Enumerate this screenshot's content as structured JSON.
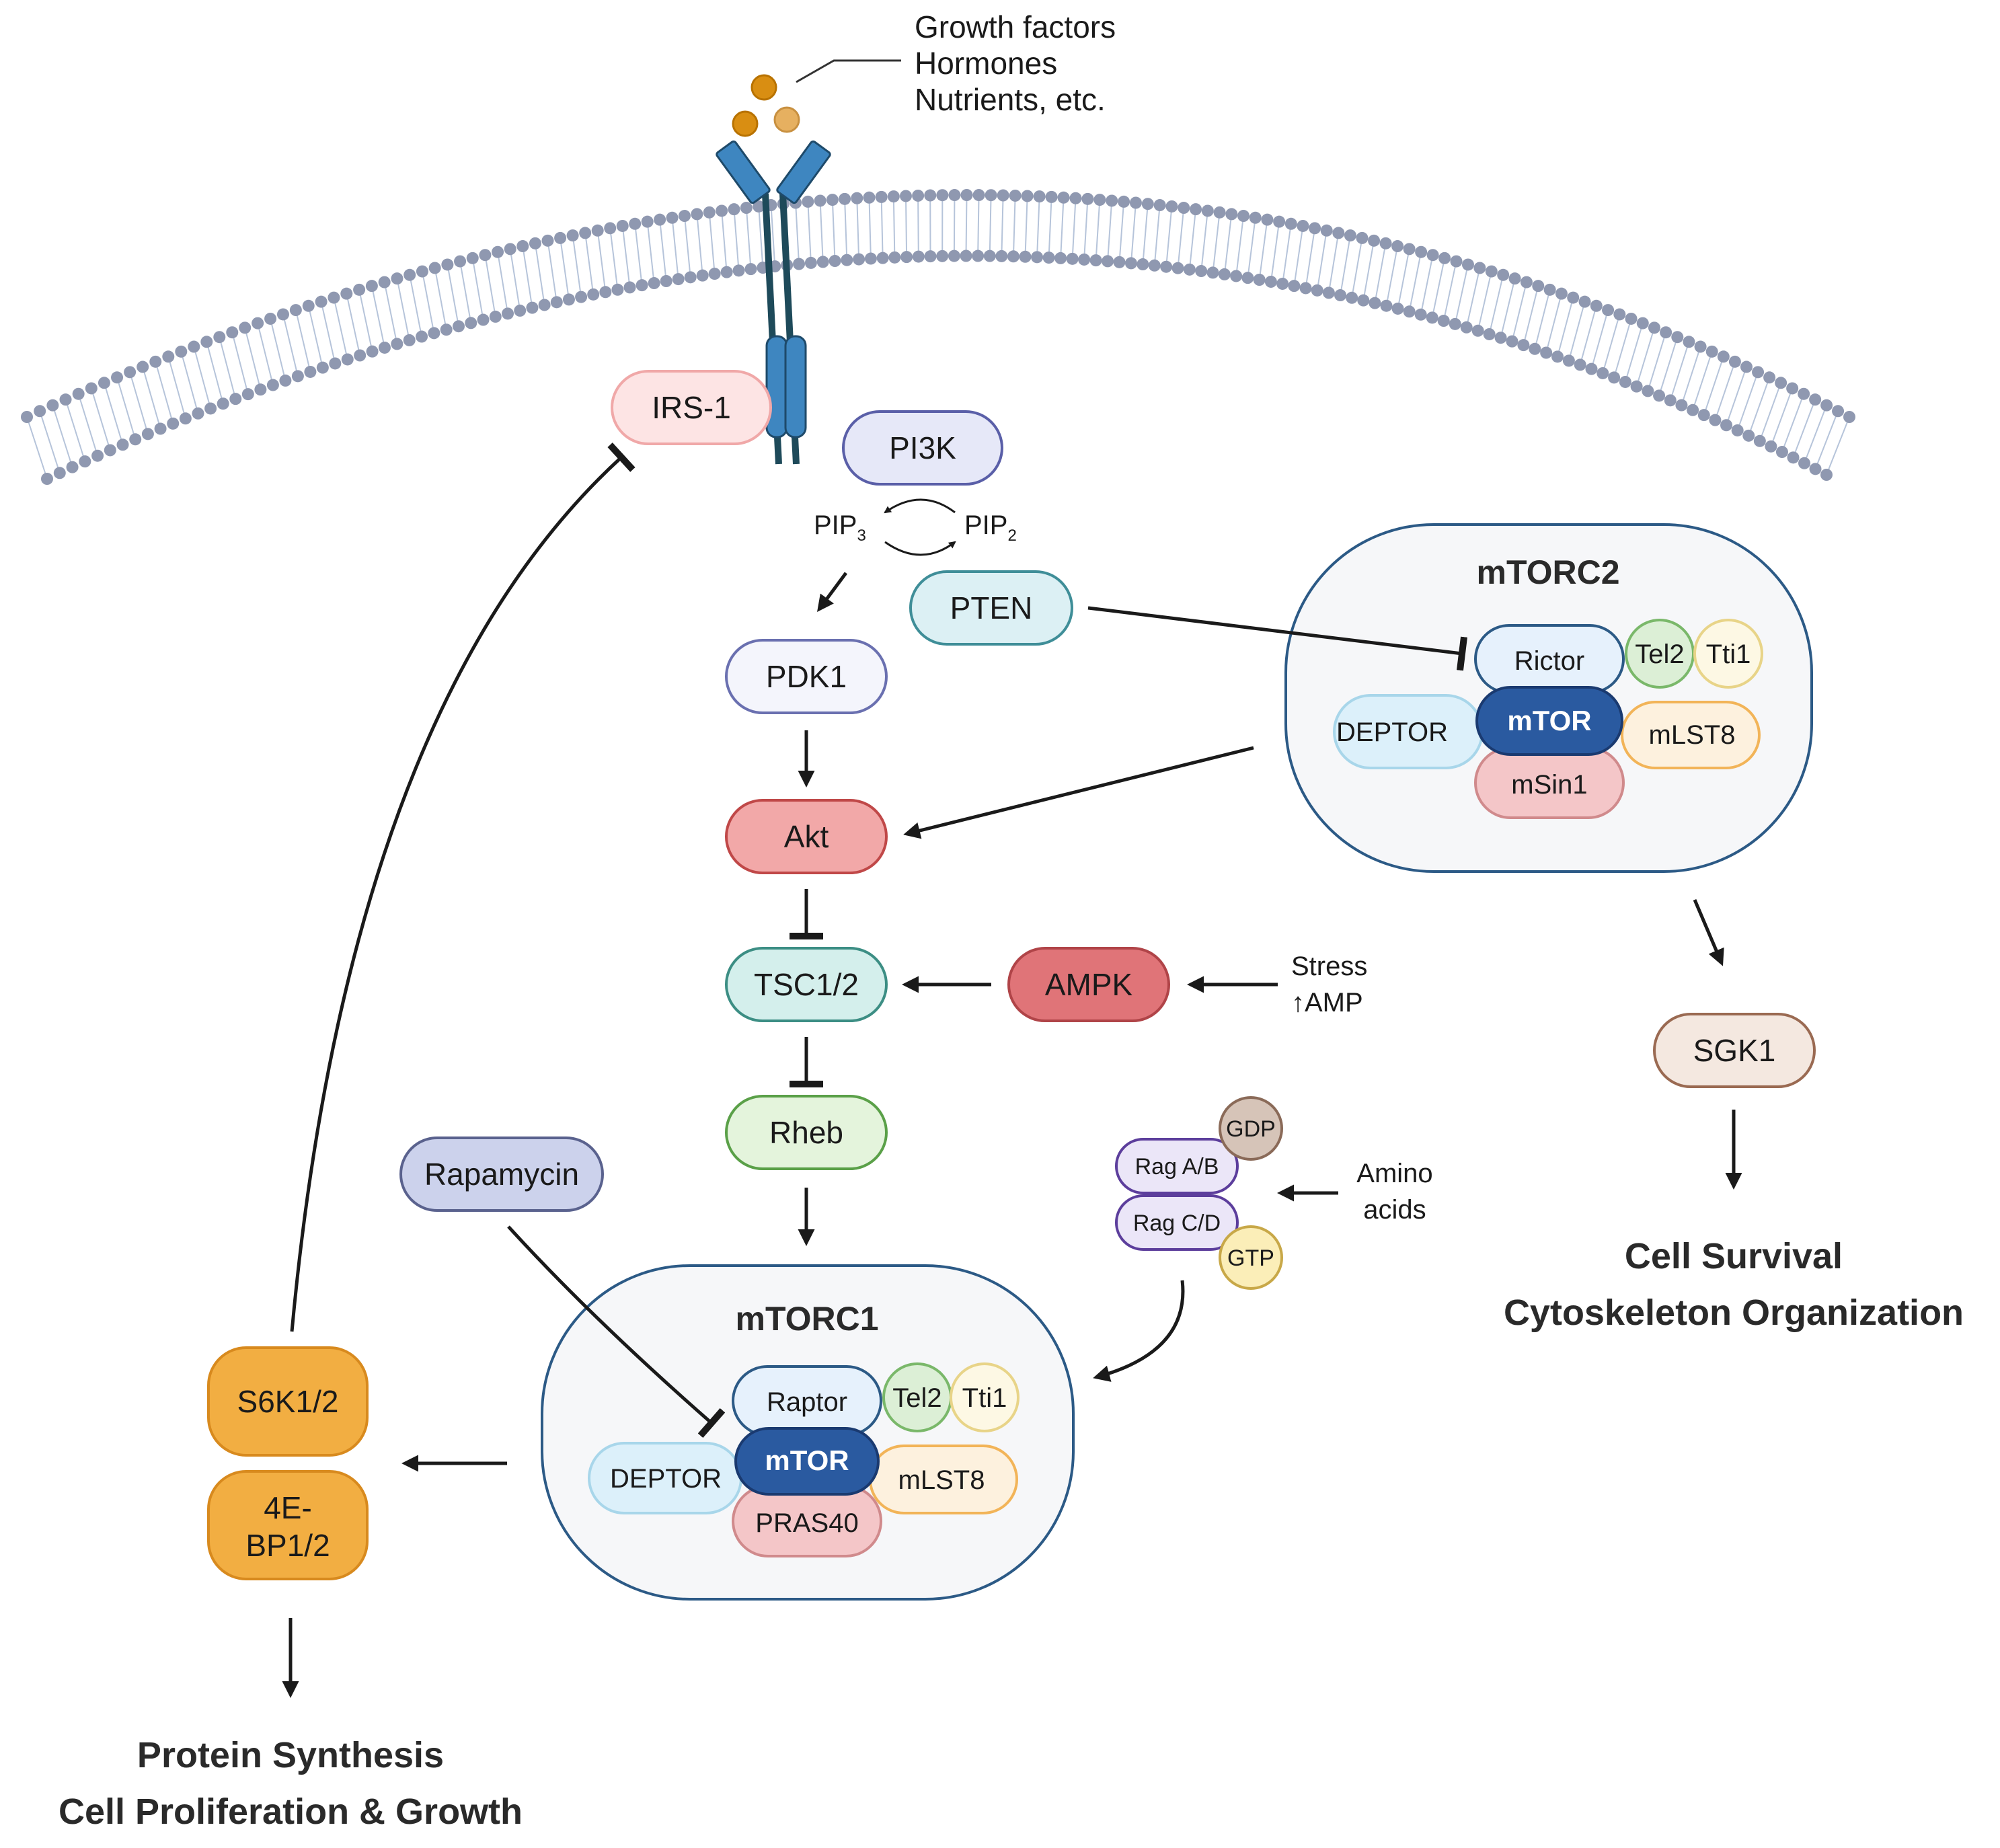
{
  "stimuli": [
    "Growth factors",
    "Hormones",
    "Nutrients, etc."
  ],
  "nodes": {
    "irs1": "IRS-1",
    "pi3k": "PI3K",
    "pip3": "PIP",
    "pip3_sub": "3",
    "pip2": "PIP",
    "pip2_sub": "2",
    "pten": "PTEN",
    "pdk1": "PDK1",
    "akt": "Akt",
    "tsc": "TSC1/2",
    "ampk": "AMPK",
    "rheb": "Rheb",
    "rapamycin": "Rapamycin",
    "sgk1": "SGK1",
    "s6k": "S6K1/2",
    "ebp_line1": "4E-",
    "ebp_line2": "BP1/2",
    "rag_ab": "Rag A/B",
    "rag_cd": "Rag C/D",
    "gdp": "GDP",
    "gtp": "GTP"
  },
  "stress": {
    "line1": "Stress",
    "line2": "AMP",
    "arrow_glyph": "↑"
  },
  "amino": {
    "line1": "Amino",
    "line2": "acids"
  },
  "mtorc2": {
    "title": "mTORC2",
    "rictor": "Rictor",
    "tel2": "Tel2",
    "tti1": "Tti1",
    "deptor": "DEPTOR",
    "mtor": "mTOR",
    "mlst8": "mLST8",
    "msin1": "mSin1"
  },
  "mtorc1": {
    "title": "mTORC1",
    "raptor": "Raptor",
    "tel2": "Tel2",
    "tti1": "Tti1",
    "deptor": "DEPTOR",
    "mtor": "mTOR",
    "mlst8": "mLST8",
    "pras40": "PRAS40"
  },
  "outcomes": {
    "left_line1": "Protein Synthesis",
    "left_line2": "Cell Proliferation & Growth",
    "right_line1": "Cell Survival",
    "right_line2": "Cytoskeleton Organization"
  },
  "colors": {
    "irs1_fill": "#fde4e4",
    "irs1_stroke": "#f0a8a8",
    "pi3k_fill": "#e6e8f8",
    "pi3k_stroke": "#5a5fa8",
    "pten_fill": "#dcf0f4",
    "pten_stroke": "#3f8e98",
    "pdk1_fill": "#f4f5fc",
    "pdk1_stroke": "#6a70b0",
    "akt_fill": "#f2a8a8",
    "akt_stroke": "#c04848",
    "tsc_fill": "#d4efec",
    "tsc_stroke": "#3c8e84",
    "ampk_fill": "#e07478",
    "ampk_stroke": "#b04448",
    "rheb_fill": "#e4f4dc",
    "rheb_stroke": "#5aa048",
    "rapa_fill": "#ccd2ec",
    "rapa_stroke": "#5a628e",
    "sgk1_fill": "#f4e8e0",
    "sgk1_stroke": "#9a6a52",
    "orange_fill": "#f2ae42",
    "orange_stroke": "#d88a1e",
    "mtor_fill": "#2a5aa0",
    "complex_fill": "#f6f7f9",
    "complex_stroke": "#2c5a86",
    "membrane_head": "#8f98b0",
    "membrane_tail": "#b6c4da",
    "receptor": "#3e86c0",
    "receptor_dark": "#1e4a5a"
  }
}
